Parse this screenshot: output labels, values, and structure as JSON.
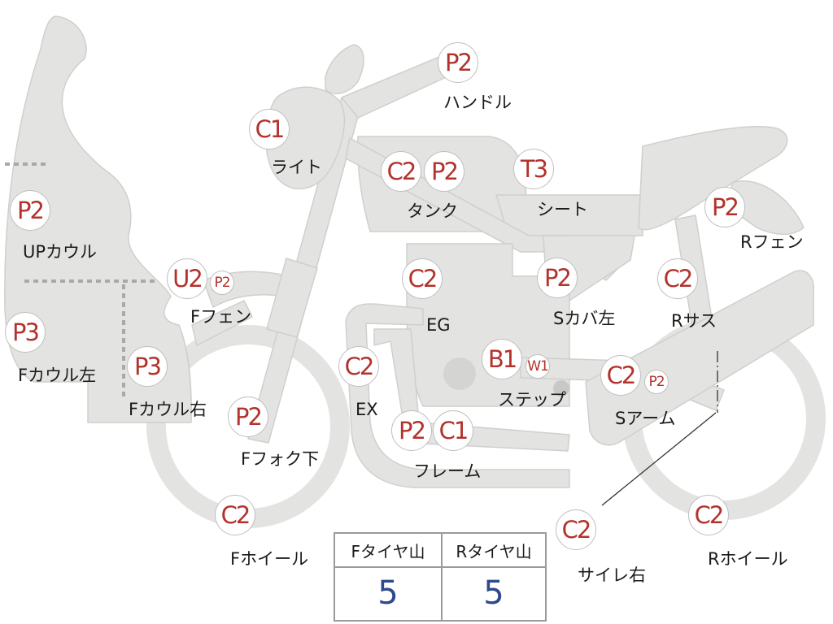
{
  "parts": {
    "handle": {
      "code": "P2",
      "label": "ハンドル"
    },
    "light": {
      "code": "C1",
      "label": "ライト"
    },
    "tank": {
      "codes": [
        "C2",
        "P2"
      ],
      "label": "タンク"
    },
    "seat": {
      "code": "T3",
      "label": "シート"
    },
    "up_cowl": {
      "code": "P2",
      "label": "UPカウル"
    },
    "r_fender": {
      "code": "P2",
      "label": "Rフェン"
    },
    "f_fender": {
      "code": "U2",
      "sub_code": "P2",
      "label": "Fフェン"
    },
    "engine": {
      "code": "C2",
      "label": "EG"
    },
    "s_cover_left": {
      "code": "P2",
      "label": "Sカバ左"
    },
    "r_suspension": {
      "code": "C2",
      "label": "Rサス"
    },
    "f_cowl_left": {
      "code": "P3",
      "label": "Fカウル左"
    },
    "f_cowl_right": {
      "code": "P3",
      "label": "Fカウル右"
    },
    "exhaust": {
      "code": "C2",
      "label": "EX"
    },
    "step": {
      "code": "B1",
      "sub_code": "W1",
      "label": "ステップ"
    },
    "swing_arm": {
      "code": "C2",
      "sub_code": "P2",
      "label": "Sアーム"
    },
    "f_fork_lower": {
      "code": "P2",
      "label": "Fフォク下"
    },
    "frame": {
      "codes": [
        "P2",
        "C1"
      ],
      "label": "フレーム"
    },
    "f_wheel": {
      "code": "C2",
      "label": "Fホイール"
    },
    "silencer_right": {
      "code": "C2",
      "label": "サイレ右"
    },
    "r_wheel": {
      "code": "C2",
      "label": "Rホイール"
    }
  },
  "tire_table": {
    "headers": [
      "Fタイヤ山",
      "Rタイヤ山"
    ],
    "values": [
      "5",
      "5"
    ]
  },
  "colors": {
    "part_fill": "#e3e3e1",
    "part_stroke": "#cfcfcd",
    "code_text": "#b3322c",
    "label_text": "#1a1a1a",
    "table_value": "#2e4a8c",
    "divider": "#a9a9a9"
  }
}
